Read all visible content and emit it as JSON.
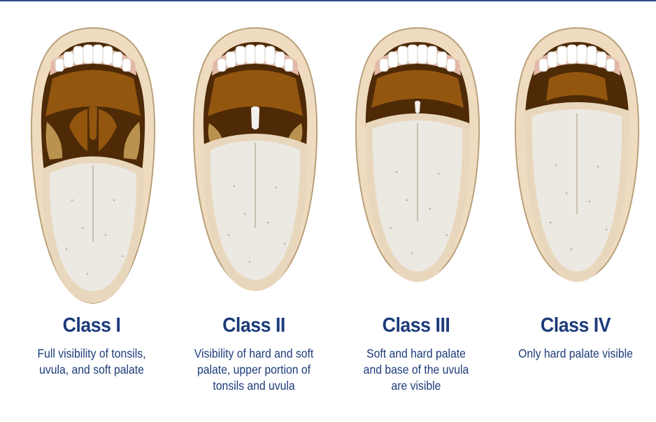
{
  "classes": [
    {
      "title": "Class I",
      "description": "Full visibility of tonsils,\nuvula, and soft palate"
    },
    {
      "title": "Class II",
      "description": "Visibility of hard and soft\npalate, upper portion of\ntonsils and uvula"
    },
    {
      "title": "Class III",
      "description": "Soft and hard palate\nand base of the uvula\nare visible"
    },
    {
      "title": "Class IV",
      "description": "Only hard palate visible"
    }
  ],
  "colors": {
    "lip": "#efdcc0",
    "lip_outline": "#b9a07a",
    "teeth": "#ffffff",
    "gum": "#e5b9a9",
    "cavity_dark": "#4e2a07",
    "palate": "#93560f",
    "tongue": "#ece9e3",
    "tongue_edge": "#e9d7bd",
    "text": "#1c3b7a",
    "frame": "#2d4a87"
  }
}
